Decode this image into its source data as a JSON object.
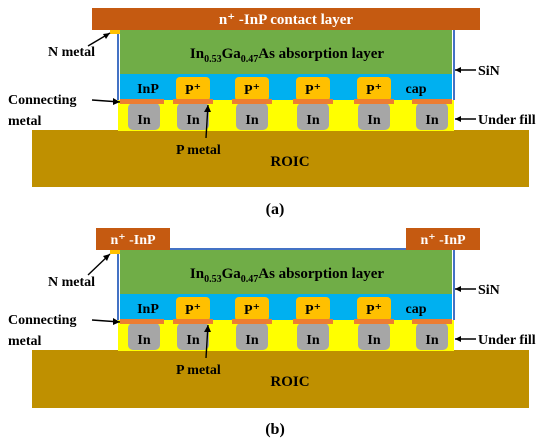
{
  "colors": {
    "contact": "#c55a11",
    "absorption": "#70ad47",
    "cap": "#00b0f0",
    "underfill": "#ffff00",
    "roic": "#bf9000",
    "p_region": "#ffc000",
    "metal": "#ed7d31",
    "indium": "#a6a6a6",
    "sin": "#4472c4",
    "n_metal": "#ffc000"
  },
  "diagrams": [
    {
      "caption": "(a)",
      "contact_label": "n⁺ -InP contact layer",
      "absorption_main": "In",
      "absorption_sub1": "0.53",
      "absorption_mid": "Ga",
      "absorption_sub2": "0.47",
      "absorption_tail": "As absorption layer",
      "inp_label": "InP",
      "cap_label": "cap",
      "p_label": "P⁺",
      "in_label": "In",
      "roic_label": "ROIC",
      "n_metal_label": "N metal",
      "sin_label": "SiN",
      "connecting_label_1": "Connecting",
      "connecting_label_2": "metal",
      "underfill_label": "Under fill",
      "p_metal_label": "P metal"
    },
    {
      "caption": "(b)",
      "contact_left": "n⁺ -InP",
      "contact_right": "n⁺ -InP",
      "absorption_main": "In",
      "absorption_sub1": "0.53",
      "absorption_mid": "Ga",
      "absorption_sub2": "0.47",
      "absorption_tail": "As absorption layer",
      "inp_label": "InP",
      "cap_label": "cap",
      "p_label": "P⁺",
      "in_label": "In",
      "roic_label": "ROIC",
      "n_metal_label": "N metal",
      "sin_label": "SiN",
      "connecting_label_1": "Connecting",
      "connecting_label_2": "metal",
      "underfill_label": "Under fill",
      "p_metal_label": "P metal"
    }
  ]
}
